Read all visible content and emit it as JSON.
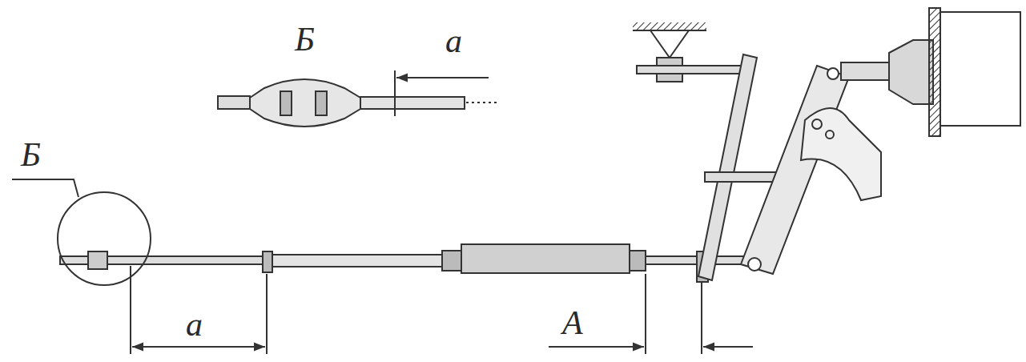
{
  "diagram": {
    "labels": [
      "Б",
      "а",
      "Б",
      "а",
      "А"
    ]
  }
}
